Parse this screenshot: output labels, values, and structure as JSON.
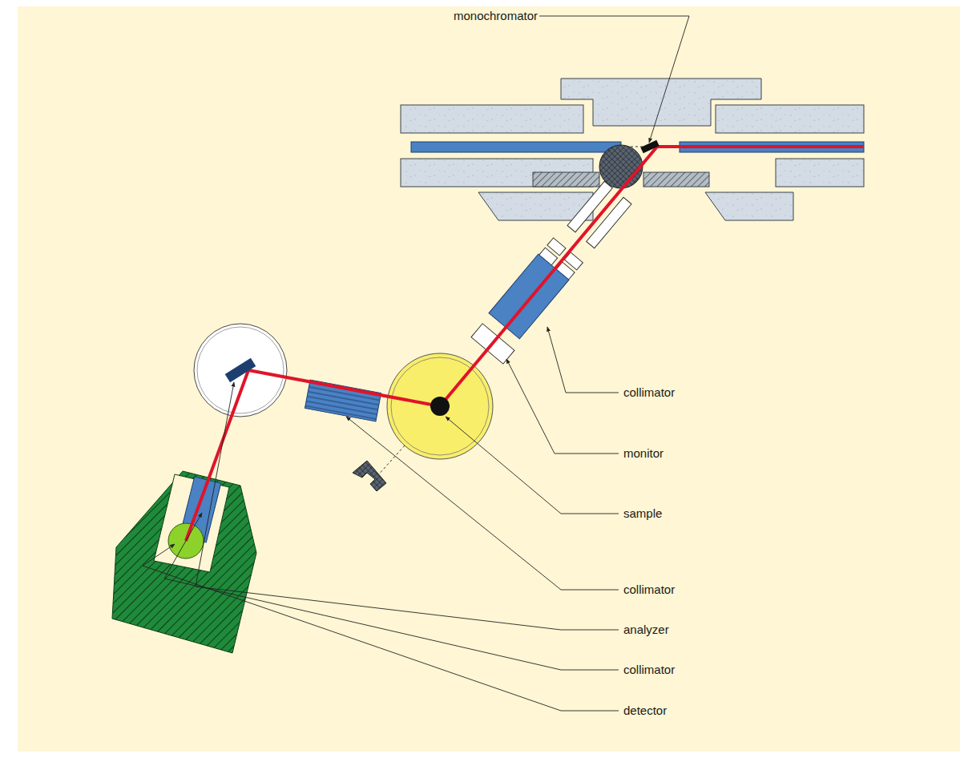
{
  "diagram": {
    "labels": [
      "monochromator",
      "collimator",
      "monitor",
      "sample",
      "collimator",
      "analyzer",
      "collimator",
      "detector"
    ]
  }
}
